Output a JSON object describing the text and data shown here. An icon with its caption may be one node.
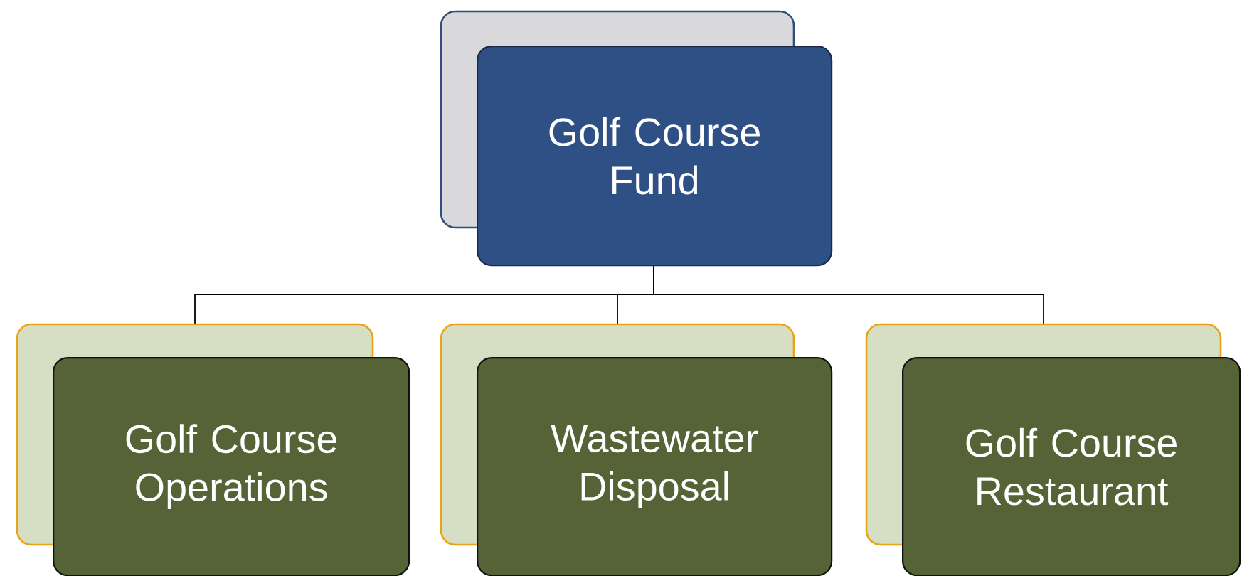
{
  "diagram": {
    "nodes": [
      {
        "text": [
          "Golf Course Fund"
        ]
      },
      {
        "text": [
          "Golf Course Operations"
        ]
      },
      {
        "text": [
          "Wastewater Disposal"
        ]
      },
      {
        "text": [
          "Golf Course Restaurant"
        ]
      }
    ],
    "edges": [
      {
        "from": 0,
        "to": 1,
        "arrow": "none"
      },
      {
        "from": 0,
        "to": 2,
        "arrow": "none"
      },
      {
        "from": 0,
        "to": 3,
        "arrow": "none"
      }
    ]
  }
}
